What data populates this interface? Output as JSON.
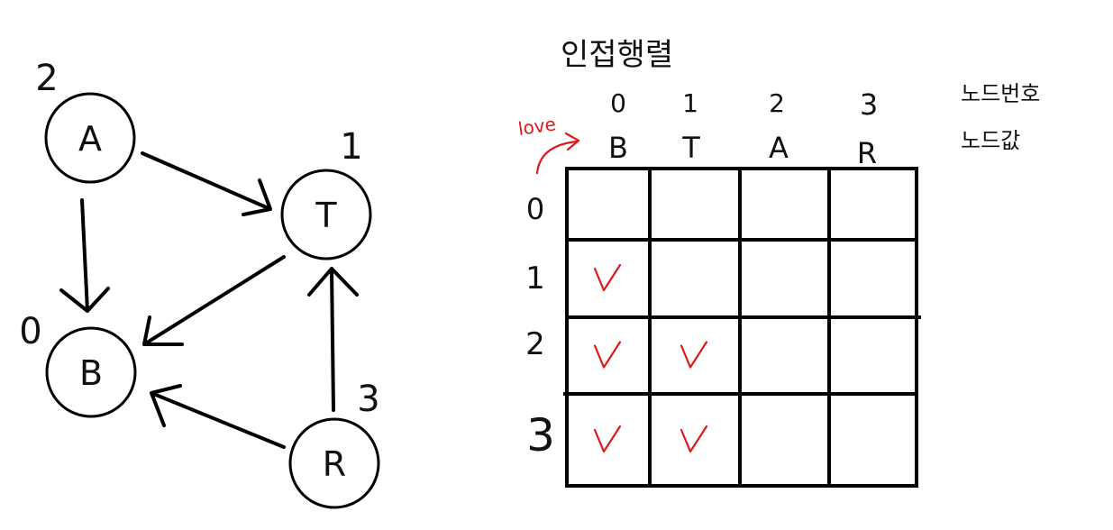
{
  "graph": {
    "nodes": [
      {
        "id": "A",
        "label": "A",
        "number": "2"
      },
      {
        "id": "T",
        "label": "T",
        "number": "1"
      },
      {
        "id": "B",
        "label": "B",
        "number": "0"
      },
      {
        "id": "R",
        "label": "R",
        "number": "3"
      }
    ],
    "edges": [
      {
        "from": "A",
        "to": "T"
      },
      {
        "from": "A",
        "to": "B"
      },
      {
        "from": "T",
        "to": "B"
      },
      {
        "from": "R",
        "to": "T"
      },
      {
        "from": "R",
        "to": "B"
      }
    ]
  },
  "matrix": {
    "title": "인접행렬",
    "column_numbers": [
      "0",
      "1",
      "2",
      "3"
    ],
    "column_values": [
      "B",
      "T",
      "A",
      "R"
    ],
    "row_numbers": [
      "0",
      "1",
      "2",
      "3"
    ],
    "checks": [
      [
        false,
        false,
        false,
        false
      ],
      [
        true,
        false,
        false,
        false
      ],
      [
        true,
        true,
        false,
        false
      ],
      [
        true,
        true,
        false,
        false
      ]
    ],
    "side_labels": {
      "numbers": "노드번호",
      "values": "노드값"
    },
    "annotation": "love"
  }
}
